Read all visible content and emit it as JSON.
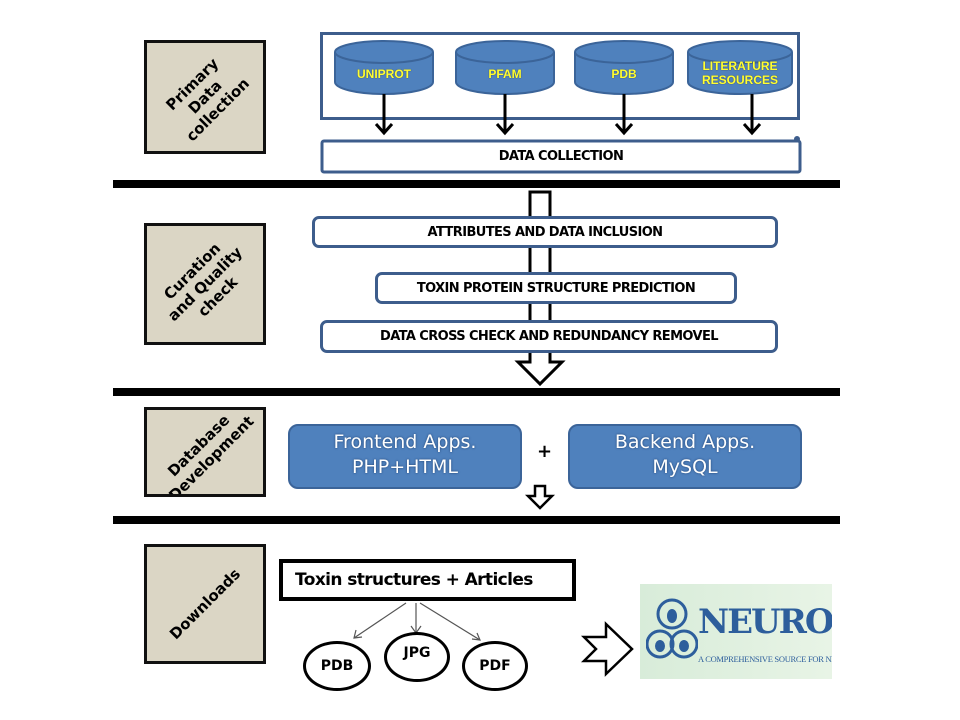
{
  "stages": [
    {
      "id": "primary",
      "label_lines": [
        "Primary",
        "Data",
        "collection"
      ]
    },
    {
      "id": "curation",
      "label_lines": [
        "Curation",
        "and Quality",
        "check"
      ]
    },
    {
      "id": "database",
      "label_lines": [
        "Database",
        "Development"
      ]
    },
    {
      "id": "downloads",
      "label_lines": [
        "Downloads"
      ]
    }
  ],
  "primary": {
    "sources": [
      {
        "label_lines": [
          "UNIPROT"
        ]
      },
      {
        "label_lines": [
          "PFAM"
        ]
      },
      {
        "label_lines": [
          "PDB"
        ]
      },
      {
        "label_lines": [
          "LITERATURE",
          "RESOURCES"
        ]
      }
    ],
    "collection_label": "DATA COLLECTION"
  },
  "curation": {
    "steps": [
      "ATTRIBUTES AND DATA INCLUSION",
      "TOXIN PROTEIN STRUCTURE PREDICTION",
      "DATA CROSS CHECK AND REDUNDANCY REMOVEL"
    ]
  },
  "database": {
    "frontend": {
      "line1": "Frontend Apps.",
      "line2": "PHP+HTML"
    },
    "plus": "+",
    "backend": {
      "line1": "Backend Apps.",
      "line2": "MySQL"
    }
  },
  "downloads": {
    "title": "Toxin structures + Articles",
    "formats": [
      "PDB",
      "JPG",
      "PDF"
    ]
  },
  "logo": {
    "title": "NEUROTOX",
    "tagline": "A COMPREHENSIVE SOURCE FOR NEUROTOXINS"
  },
  "colors": {
    "stage_fill": "#dbd6c5",
    "box_blue": "#4f81bd",
    "border_blue": "#3d5d8c",
    "source_text": "#ffff33"
  }
}
